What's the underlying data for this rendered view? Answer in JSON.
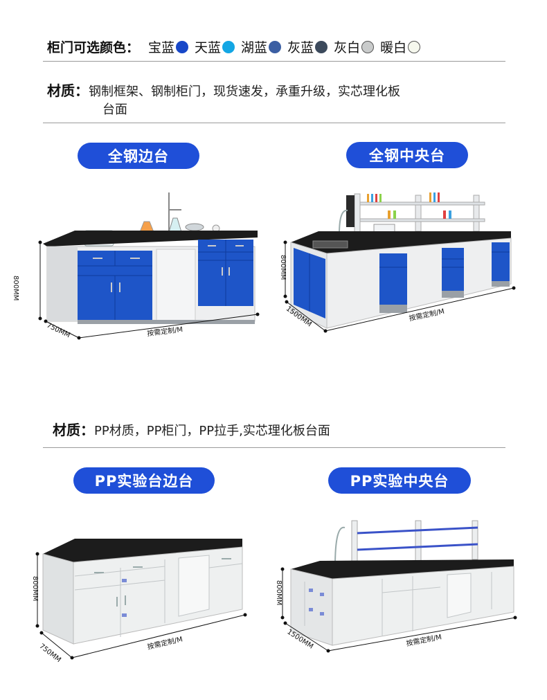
{
  "colors_section": {
    "label": "柜门可选颜色：",
    "swatches": [
      {
        "name": "宝蓝",
        "color": "#1747c8"
      },
      {
        "name": "天蓝",
        "color": "#13a6e4"
      },
      {
        "name": "湖蓝",
        "color": "#3b5fa3"
      },
      {
        "name": "灰蓝",
        "color": "#3c4a5c"
      },
      {
        "name": "灰白",
        "color": "#c9cbcb"
      },
      {
        "name": "暖白",
        "color": "#f6f8ee"
      }
    ]
  },
  "steel_material": {
    "label": "材质：",
    "text_line1": "钢制框架、钢制柜门，现货速发，承重升级，实芯理化板",
    "text_line2": "台面"
  },
  "steel_side": {
    "title": "全钢边台",
    "height_dim": "800MM",
    "depth_dim": "750MM",
    "length_dim": "按需定制/M"
  },
  "steel_center": {
    "title": "全钢中央台",
    "height_dim": "800MM",
    "depth_dim": "1500MM",
    "length_dim": "按需定制/M"
  },
  "pp_material": {
    "label": "材质：",
    "text": "PP材质，PP柜门，PP拉手,实芯理化板台面"
  },
  "pp_side": {
    "title": "PP实验台边台",
    "height_dim": "800MM",
    "depth_dim": "750MM",
    "length_dim": "按需定制/M"
  },
  "pp_center": {
    "title": "PP实验中央台",
    "height_dim": "800MM",
    "depth_dim": "1500MM",
    "length_dim": "按需定制/M"
  },
  "theme": {
    "accent": "#1f4fd8",
    "cabinet_blue": "#1e55c8",
    "worktop": "#1c1c1c",
    "pp_white": "#eef0f0"
  }
}
